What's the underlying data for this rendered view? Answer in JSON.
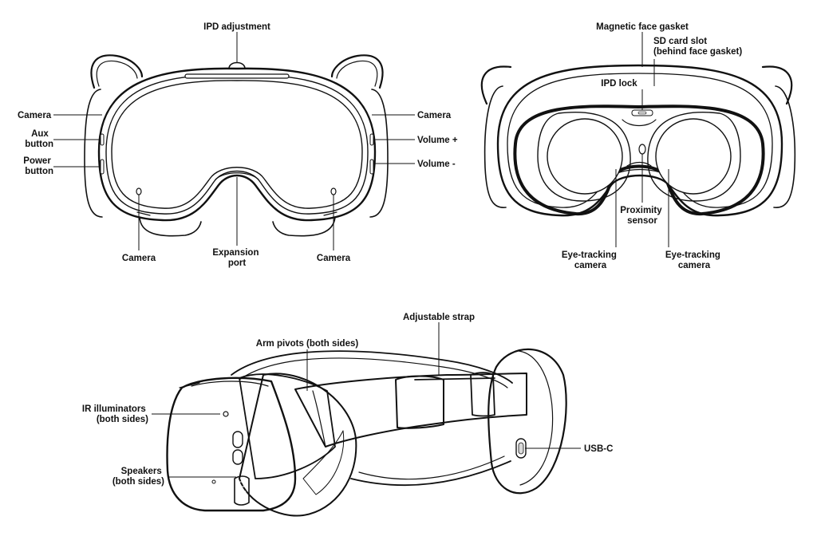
{
  "colors": {
    "ink": "#111111",
    "fill": "#ffffff",
    "shade": "#d9d9d9"
  },
  "front_view": {
    "ipd_adjustment": "IPD adjustment",
    "camera_left": "Camera",
    "aux_button": [
      "Aux",
      "button"
    ],
    "power_button": [
      "Power",
      "button"
    ],
    "camera_right": "Camera",
    "volume_up": "Volume +",
    "volume_down": "Volume -",
    "camera_bottom_left": "Camera",
    "expansion_port": [
      "Expansion",
      "port"
    ],
    "camera_bottom_right": "Camera"
  },
  "rear_view": {
    "magnetic_face_gasket": "Magnetic face gasket",
    "sd_card_slot": [
      "SD card slot",
      "(behind face gasket)"
    ],
    "ipd_lock": "IPD lock",
    "proximity_sensor": [
      "Proximity",
      "sensor"
    ],
    "eye_tracking_left": [
      "Eye-tracking",
      "camera"
    ],
    "eye_tracking_right": [
      "Eye-tracking",
      "camera"
    ]
  },
  "side_view": {
    "adjustable_strap": "Adjustable strap",
    "arm_pivots": "Arm pivots (both sides)",
    "ir_illuminators": [
      "IR illuminators",
      "(both sides)"
    ],
    "speakers": [
      "Speakers",
      "(both sides)"
    ],
    "usb_c": "USB-C"
  }
}
